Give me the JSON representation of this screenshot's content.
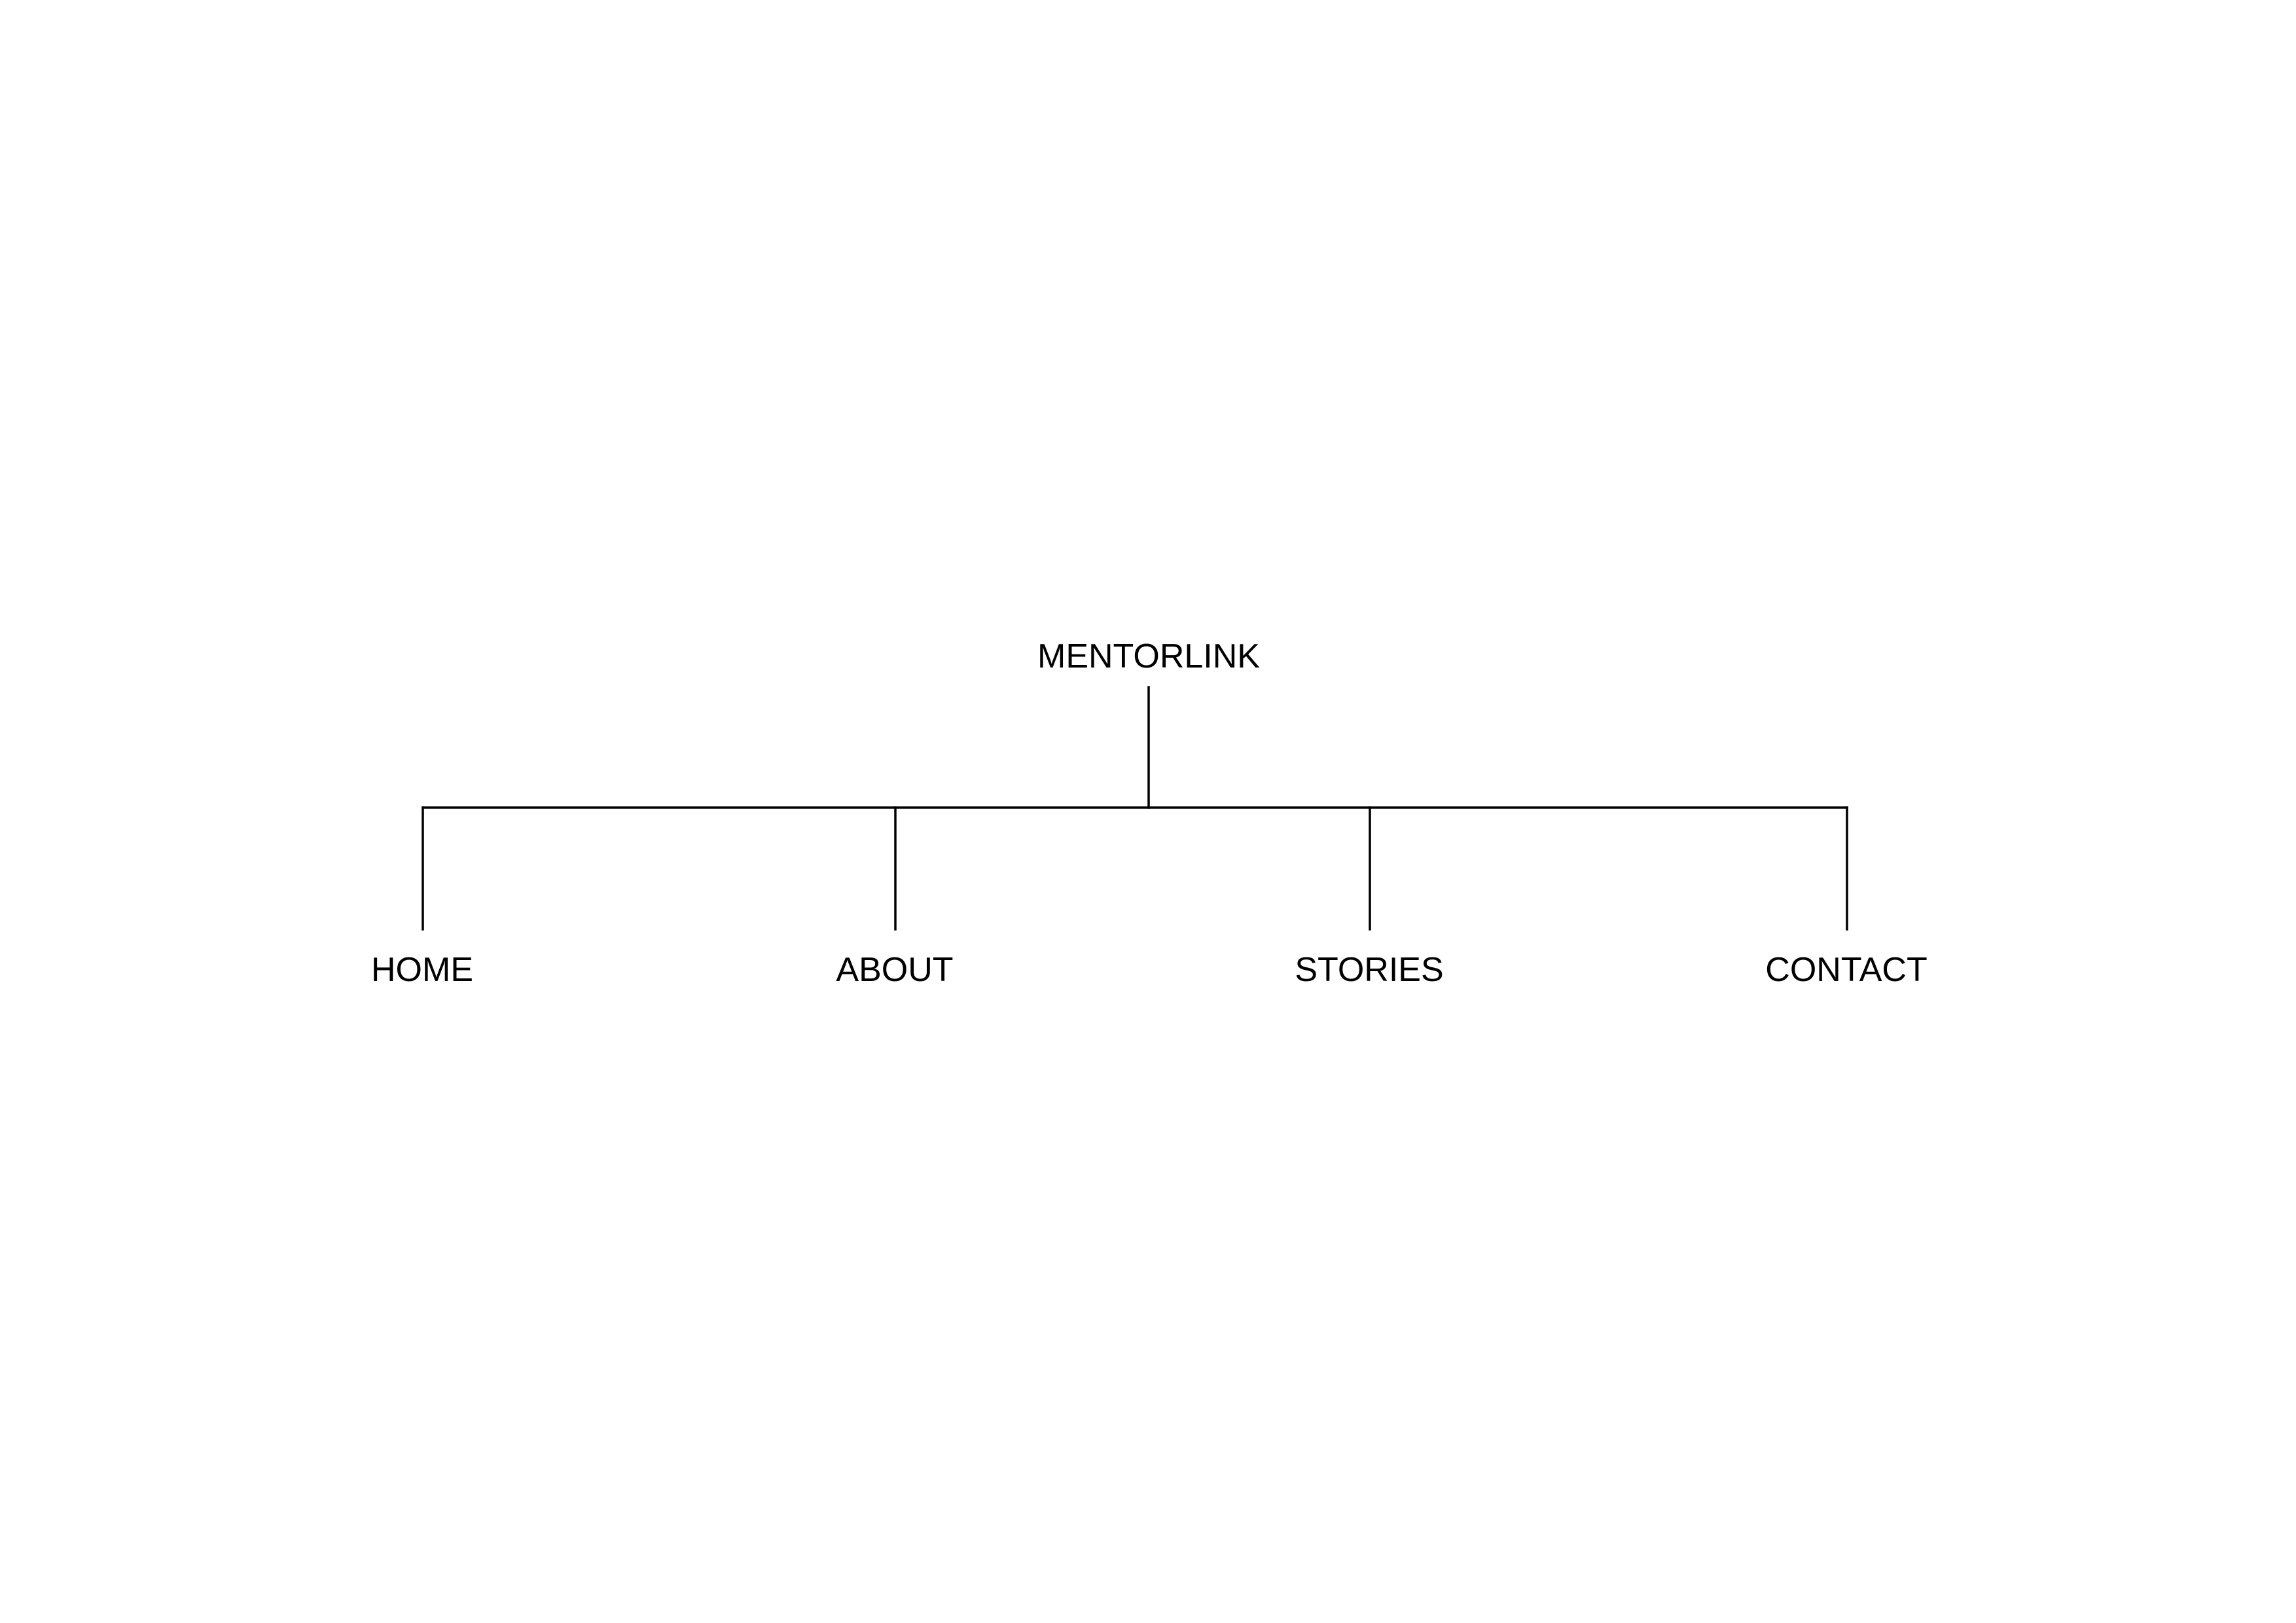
{
  "sitemap": {
    "root": {
      "label": "MENTORLINK"
    },
    "children": [
      {
        "label": "HOME"
      },
      {
        "label": "ABOUT"
      },
      {
        "label": "STORIES"
      },
      {
        "label": "CONTACT"
      }
    ]
  }
}
